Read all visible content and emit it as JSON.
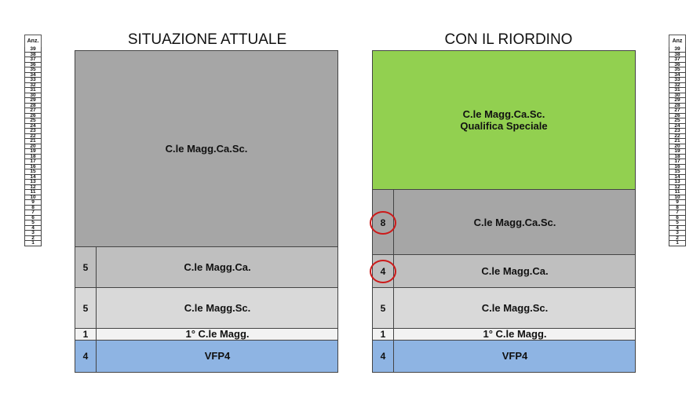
{
  "scale_header": "Anz.",
  "scale_header_right": "Anz",
  "scale_values": [
    "39",
    "38",
    "37",
    "36",
    "35",
    "34",
    "33",
    "32",
    "31",
    "30",
    "29",
    "28",
    "27",
    "26",
    "25",
    "24",
    "23",
    "22",
    "21",
    "20",
    "19",
    "18",
    "17",
    "16",
    "15",
    "14",
    "13",
    "12",
    "11",
    "10",
    "9",
    "8",
    "7",
    "6",
    "5",
    "4",
    "3",
    "2",
    "1"
  ],
  "left": {
    "title": "SITUAZIONE ATTUALE",
    "blocks": {
      "top": "C.le Magg.Ca.Sc.",
      "ca_num": "5",
      "ca_label": "C.le Magg.Ca.",
      "sc_num": "5",
      "sc_label": "C.le Magg.Sc.",
      "first_num": "1",
      "first_label": "1° C.le Magg.",
      "vfp_num": "4",
      "vfp_label": "VFP4"
    }
  },
  "right": {
    "title": "CON IL RIORDINO",
    "blocks": {
      "top_line1": "C.le Magg.Ca.Sc.",
      "top_line2": "Qualifica Speciale",
      "casc_num": "8",
      "casc_label": "C.le Magg.Ca.Sc.",
      "ca_num": "4",
      "ca_label": "C.le Magg.Ca.",
      "sc_num": "5",
      "sc_label": "C.le Magg.Sc.",
      "first_num": "1",
      "first_label": "1° C.le Magg.",
      "vfp_num": "4",
      "vfp_label": "VFP4"
    }
  },
  "colors": {
    "dark_gray": "#a6a6a6",
    "mid_gray": "#bfbfbf",
    "light_gray": "#d9d9d9",
    "very_light": "#f2f2f2",
    "blue": "#8eb4e3",
    "green": "#92d050",
    "highlight": "#cc1a1a"
  }
}
